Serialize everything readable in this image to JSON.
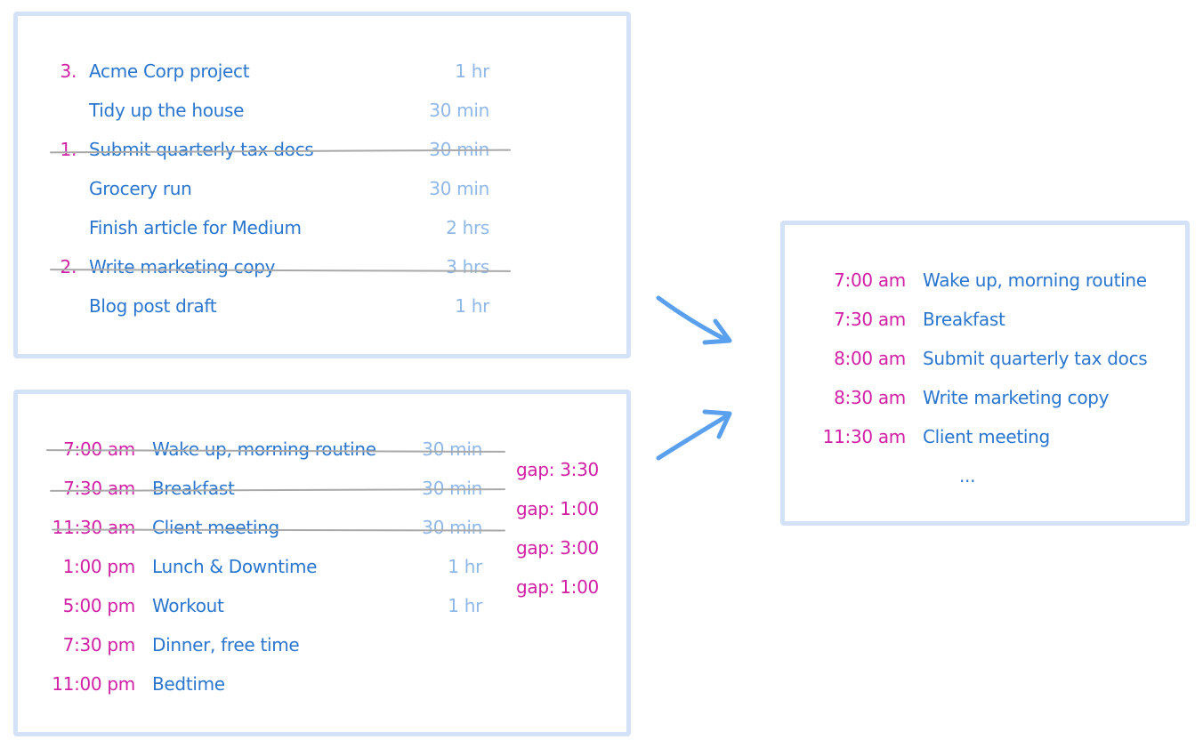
{
  "tasks_panel": {
    "items": [
      {
        "rank": "3.",
        "label": "Acme Corp project",
        "duration": "1 hr",
        "struck": false
      },
      {
        "rank": "",
        "label": "Tidy up the house",
        "duration": "30 min",
        "struck": false
      },
      {
        "rank": "1.",
        "label": "Submit quarterly tax docs",
        "duration": "30 min",
        "struck": true
      },
      {
        "rank": "",
        "label": "Grocery run",
        "duration": "30 min",
        "struck": false
      },
      {
        "rank": "",
        "label": "Finish article for Medium",
        "duration": "2 hrs",
        "struck": false
      },
      {
        "rank": "2.",
        "label": "Write marketing copy",
        "duration": "3 hrs",
        "struck": true
      },
      {
        "rank": "",
        "label": "Blog post draft",
        "duration": "1 hr",
        "struck": false
      }
    ]
  },
  "schedule_panel": {
    "items": [
      {
        "time": "7:00 am",
        "label": "Wake up, morning routine",
        "duration": "30 min",
        "struck": true
      },
      {
        "time": "7:30 am",
        "label": "Breakfast",
        "duration": "30 min",
        "struck": true
      },
      {
        "time": "11:30 am",
        "label": "Client meeting",
        "duration": "30 min",
        "struck": true
      },
      {
        "time": "1:00 pm",
        "label": "Lunch & Downtime",
        "duration": "1 hr",
        "struck": false
      },
      {
        "time": "5:00 pm",
        "label": "Workout",
        "duration": "1 hr",
        "struck": false
      },
      {
        "time": "7:30 pm",
        "label": "Dinner, free time",
        "duration": "",
        "struck": false
      },
      {
        "time": "11:00 pm",
        "label": "Bedtime",
        "duration": "",
        "struck": false
      }
    ],
    "gaps": [
      "gap: 3:30",
      "gap: 1:00",
      "gap: 3:00",
      "gap: 1:00"
    ]
  },
  "result_panel": {
    "items": [
      {
        "time": "7:00 am",
        "label": "Wake up, morning routine"
      },
      {
        "time": "7:30 am",
        "label": "Breakfast"
      },
      {
        "time": "8:00 am",
        "label": "Submit quarterly tax docs"
      },
      {
        "time": "8:30 am",
        "label": "Write marketing copy"
      },
      {
        "time": "11:30 am",
        "label": "Client meeting"
      }
    ],
    "ellipsis": "..."
  },
  "colors": {
    "panel_border": "#d3e2f6",
    "time_and_rank": "#d11fa6",
    "label": "#2a76cf",
    "duration": "#8fb8e8",
    "strike": "#a9a9a9",
    "arrow": "#5aa0ee"
  },
  "icons": [
    "arrow-right-down-icon",
    "arrow-right-up-icon"
  ]
}
